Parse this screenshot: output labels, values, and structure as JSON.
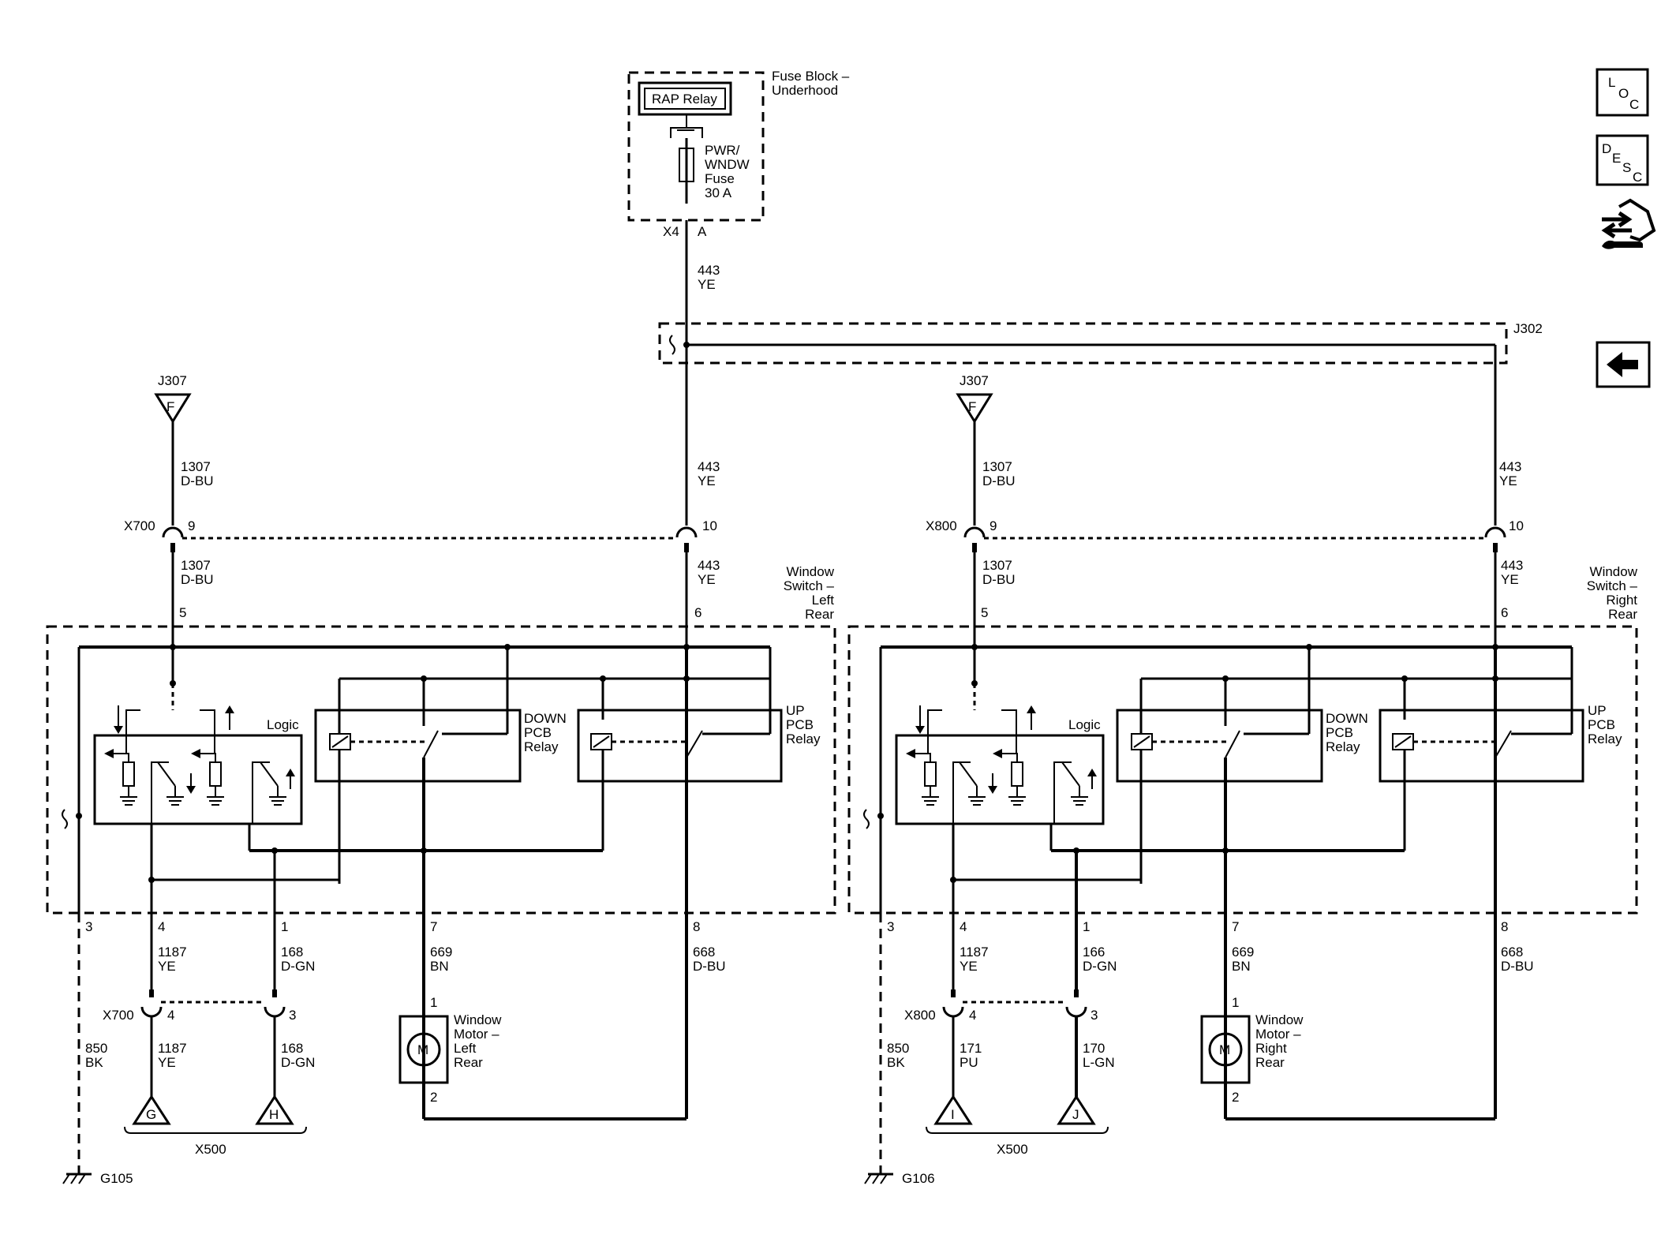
{
  "fuse_block": {
    "label": "Fuse Block – Underhood",
    "relay": "RAP Relay",
    "fuse_line1": "PWR/",
    "fuse_line2": "WNDW",
    "fuse_line3": "Fuse",
    "fuse_line4": "30 A",
    "connector": "X4",
    "pin": "A"
  },
  "feed": {
    "circuit": "443",
    "color": "YE"
  },
  "splice": "J302",
  "nav": {
    "loc_letters": [
      "L",
      "O",
      "C"
    ],
    "desc_letters": [
      "D",
      "E",
      "S",
      "C"
    ],
    "icons": [
      "loc-icon",
      "desc-icon",
      "connector-view-icon",
      "back-arrow-icon"
    ]
  },
  "left": {
    "jumper": "J307",
    "jumper_pin": "F",
    "inline_connector": "X700",
    "pin_a": "9",
    "pin_b": "10",
    "module_label": [
      "Window",
      "Switch –",
      "Left",
      "Rear"
    ],
    "logic": "Logic",
    "down_relay": [
      "DOWN",
      "PCB",
      "Relay"
    ],
    "up_relay": [
      "UP",
      "PCB",
      "Relay"
    ],
    "pins": {
      "p5": "5",
      "p6": "6",
      "p3": "3",
      "p4": "4",
      "p1": "1",
      "p7": "7",
      "p8": "8"
    },
    "wire_1307": {
      "circuit": "1307",
      "color": "D-BU"
    },
    "wire_443": {
      "circuit": "443",
      "color": "YE"
    },
    "wire_1187": {
      "circuit": "1187",
      "color": "YE"
    },
    "wire_168": {
      "circuit": "168",
      "color": "D-GN"
    },
    "wire_669": {
      "circuit": "669",
      "color": "BN"
    },
    "wire_668": {
      "circuit": "668",
      "color": "D-BU"
    },
    "wire_850": {
      "circuit": "850",
      "color": "BK"
    },
    "lower_connector": "X700",
    "lower_pin_a": "4",
    "lower_pin_b": "3",
    "lower_wire_a": {
      "circuit": "1187",
      "color": "YE"
    },
    "lower_wire_b": {
      "circuit": "168",
      "color": "D-GN"
    },
    "motor_label": [
      "Window",
      "Motor –",
      "Left",
      "Rear"
    ],
    "motor_symbol": "M",
    "motor_pin_top": "1",
    "motor_pin_bottom": "2",
    "term_a": "G",
    "term_b": "H",
    "term_connector": "X500",
    "ground": "G105"
  },
  "right": {
    "jumper": "J307",
    "jumper_pin": "F",
    "inline_connector": "X800",
    "pin_a": "9",
    "pin_b": "10",
    "module_label": [
      "Window",
      "Switch –",
      "Right",
      "Rear"
    ],
    "logic": "Logic",
    "down_relay": [
      "DOWN",
      "PCB",
      "Relay"
    ],
    "up_relay": [
      "UP",
      "PCB",
      "Relay"
    ],
    "pins": {
      "p5": "5",
      "p6": "6",
      "p3": "3",
      "p4": "4",
      "p1": "1",
      "p7": "7",
      "p8": "8"
    },
    "wire_1307": {
      "circuit": "1307",
      "color": "D-BU"
    },
    "wire_443": {
      "circuit": "443",
      "color": "YE"
    },
    "wire_1187": {
      "circuit": "1187",
      "color": "YE"
    },
    "wire_168": {
      "circuit": "166",
      "color": "D-GN"
    },
    "wire_669": {
      "circuit": "669",
      "color": "BN"
    },
    "wire_668": {
      "circuit": "668",
      "color": "D-BU"
    },
    "wire_850": {
      "circuit": "850",
      "color": "BK"
    },
    "lower_connector": "X800",
    "lower_pin_a": "4",
    "lower_pin_b": "3",
    "lower_wire_a": {
      "circuit": "171",
      "color": "PU"
    },
    "lower_wire_b": {
      "circuit": "170",
      "color": "L-GN"
    },
    "motor_label": [
      "Window",
      "Motor –",
      "Right",
      "Rear"
    ],
    "motor_symbol": "M",
    "motor_pin_top": "1",
    "motor_pin_bottom": "2",
    "term_a": "I",
    "term_b": "J",
    "term_connector": "X500",
    "ground": "G106"
  }
}
